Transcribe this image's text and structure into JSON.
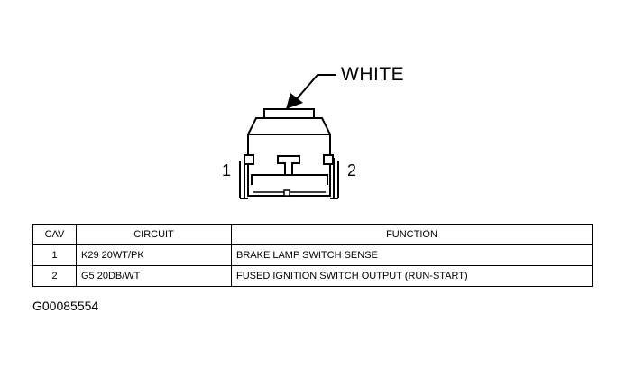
{
  "connector": {
    "color_label": "WHITE",
    "cavity_labels": [
      "1",
      "2"
    ]
  },
  "table": {
    "headers": {
      "cav": "CAV",
      "circuit": "CIRCUIT",
      "function": "FUNCTION"
    },
    "rows": [
      {
        "cav": "1",
        "circuit": "K29 20WT/PK",
        "function": "BRAKE LAMP SWITCH SENSE"
      },
      {
        "cav": "2",
        "circuit": "G5 20DB/WT",
        "function": "FUSED IGNITION SWITCH OUTPUT (RUN-START)"
      }
    ]
  },
  "figure_id": "G00085554"
}
